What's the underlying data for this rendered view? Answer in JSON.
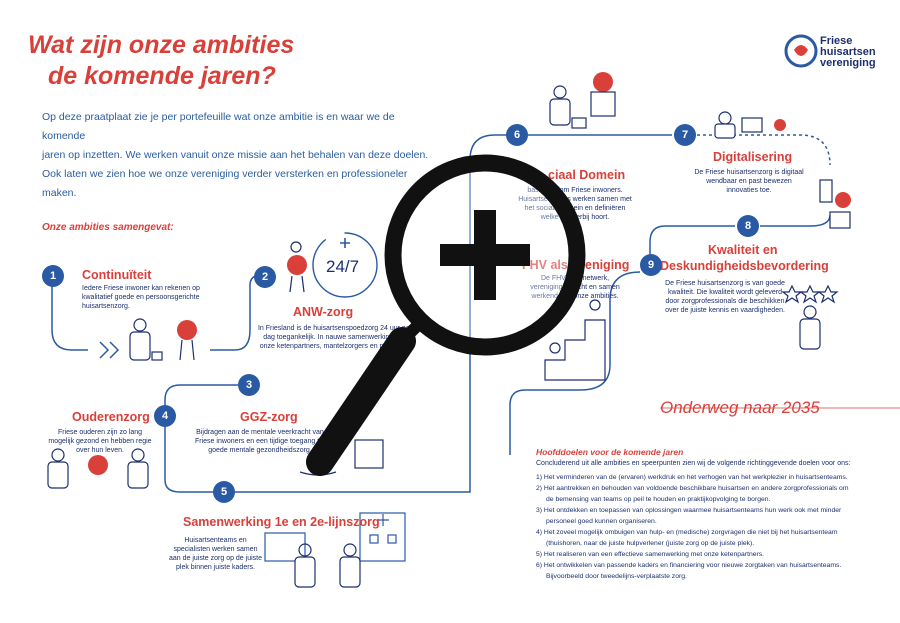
{
  "title": {
    "line1": "Wat zijn onze ambities",
    "line2": "de komende jaren?"
  },
  "logo": {
    "line1": "Friese",
    "line2": "huisartsen",
    "line3": "vereniging"
  },
  "intro": {
    "line1": "Op deze praatplaat zie je per portefeuille wat onze ambitie is en waar we de komende",
    "line2": "jaren op inzetten. We werken vanuit onze missie aan het behalen van deze doelen.",
    "line3": "Ook laten we zien hoe we onze vereniging verder versterken en professioneler maken."
  },
  "summary_label": "Onze ambities samengevat:",
  "sections": {
    "s1": {
      "num": "1",
      "heading": "Continuïteit",
      "text": "Iedere Friese inwoner kan rekenen op kwalitatief goede en persoonsgerichte huisartsenzorg."
    },
    "s2": {
      "num": "2",
      "heading": "ANW-zorg",
      "clock": "24/7",
      "text": "In Friesland is de huisartsenspoedzorg 24 uur per dag toegankelijk. In nauwe samenwerking met onze ketenpartners, mantelzorgers en patiënten."
    },
    "s3": {
      "num": "3",
      "heading": "GGZ-zorg",
      "text": "Bijdragen aan de mentale veerkracht van Friese inwoners en een tijdige toegang tot goede mentale gezondheidszorg."
    },
    "s4": {
      "num": "4",
      "heading": "Ouderenzorg",
      "text": "Friese ouderen zijn zo lang mogelijk gezond en hebben regie over hun leven."
    },
    "s5": {
      "num": "5",
      "heading": "Samenwerking 1e en 2e-lijnszorg",
      "text": "Huisartsenteams en specialisten werken samen aan de juiste zorg op de juiste plek binnen juiste kaders."
    },
    "s6": {
      "num": "6",
      "heading": "ciaal Domein",
      "text": "basis rondom Friese inwoners. Huisartsenteams werken samen met het sociaal domein en definiëren welke zorg erbij hoort."
    },
    "s7": {
      "num": "7",
      "heading": "Digitalisering",
      "text": "De Friese huisartsenzorg is digitaal wendbaar en past bewezen innovaties toe."
    },
    "s8": {
      "num": "8",
      "heading": "Kwaliteit en",
      "heading2": "Deskundigheidsbevordering",
      "text": "De Friese huisartsenzorg is van goede kwaliteit. Die kwaliteit wordt geleverd door zorgprofessionals die beschikken over de juiste kennis en vaardigheden."
    },
    "s9": {
      "num": "9",
      "heading": "FHV als",
      "heading_tail": "eniging",
      "text": "De FHV is ... netwerk, verenigingsgericht en samen werkend aan onze ambities."
    }
  },
  "onderweg": "Onderweg naar 2035",
  "goals": {
    "title": "Hoofddoelen voor de komende jaren",
    "intro": "Concluderend uit alle ambities en speerpunten zien wij de volgende richtinggevende doelen voor ons:",
    "items": [
      "1)  Het verminderen van de (ervaren) werkdruk en het verhogen van het werkplezier in huisartsenteams.",
      "2)  Het aantrekken en behouden van voldoende beschikbare huisartsen en andere zorgprofessionals om de bemensing van teams op peil te houden en praktijkopvolging te borgen.",
      "3)  Het ontdekken en toepassen van oplossingen waarmee huisartsenteams hun werk ook met minder personeel goed kunnen organiseren.",
      "4)  Het zoveel mogelijk ombuigen van hulp- en (medische) zorgvragen die niet bij het huisartsenteam (thuishoren, naar de juiste hulpverlener (juiste zorg op de juiste plek).",
      "5)  Het realiseren van een effectieve samenwerking met onze ketenpartners.",
      "6)  Het ontwikkelen van passende kaders en financiering voor nieuwe zorgtaken van huisartsenteams. Bijvoorbeeld door tweedelijns-verplaatste zorg."
    ]
  },
  "colors": {
    "accent_red": "#d9403a",
    "navy": "#1d2f6e",
    "blue": "#2a5aa3",
    "magnifier": "#111111"
  }
}
